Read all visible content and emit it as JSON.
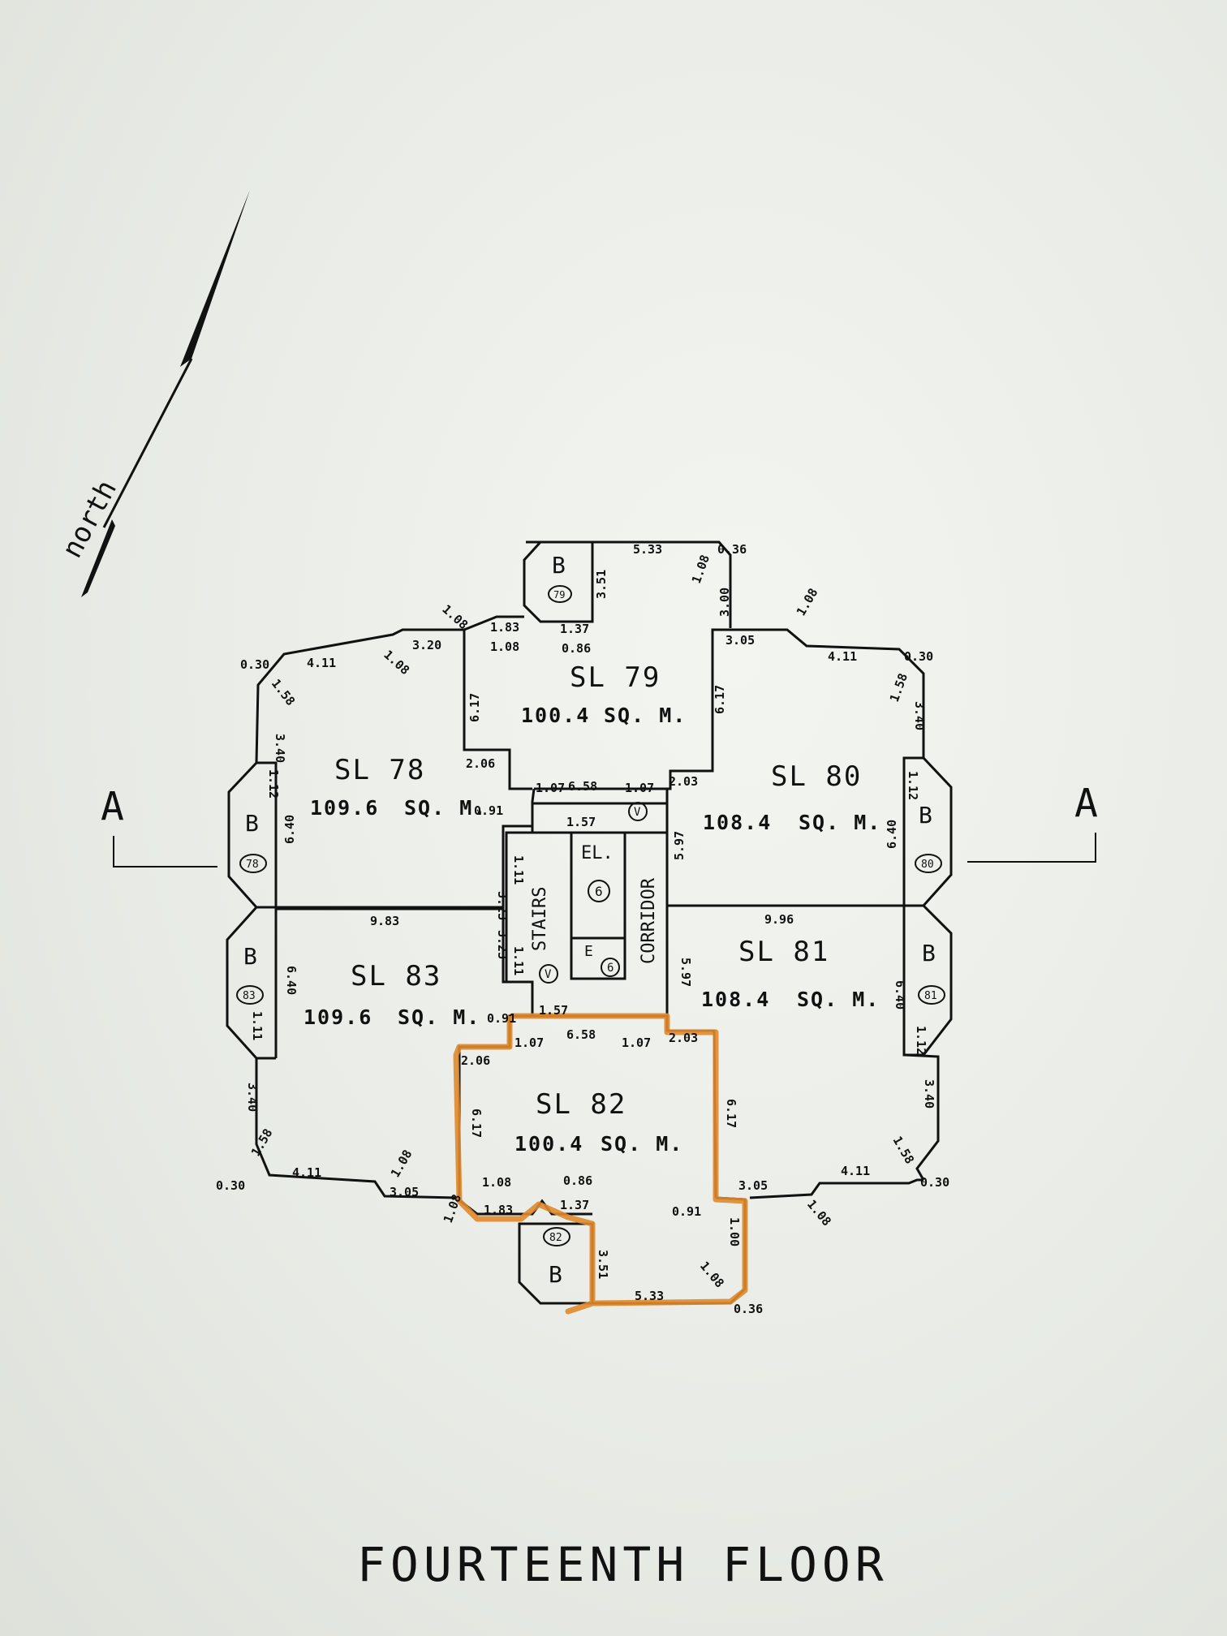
{
  "title": "FOURTEENTH FLOOR",
  "north_label": "north",
  "section_marker": "A",
  "sq_unit": "SQ. M.",
  "units": [
    {
      "id": "SL 78",
      "area": "109.6",
      "storage": "78"
    },
    {
      "id": "SL 79",
      "area": "100.4",
      "storage": "79"
    },
    {
      "id": "SL 80",
      "area": "108.4",
      "storage": "80"
    },
    {
      "id": "SL 81",
      "area": "108.4",
      "storage": "81"
    },
    {
      "id": "SL 82",
      "area": "100.4",
      "storage": "82"
    },
    {
      "id": "SL 83",
      "area": "109.6",
      "storage": "83"
    }
  ],
  "storage_letter": "B",
  "core": {
    "stairs": "STAIRS",
    "corridor": "CORRIDOR",
    "elevator": "EL.",
    "elevator_no": "6",
    "e_label": "E",
    "e_no": "6",
    "vent": "V"
  },
  "highlighted_unit": "SL 82",
  "highlight_color": "#e08a2e",
  "dimensions": {
    "d_533": "5.33",
    "d_036": "0.36",
    "d_351": "3.51",
    "d_300": "3.00",
    "d_108": "1.08",
    "d_183": "1.83",
    "d_137": "1.37",
    "d_086": "0.86",
    "d_320": "3.20",
    "d_411": "4.11",
    "d_030": "0.30",
    "d_158": "1.58",
    "d_340": "3.40",
    "d_112": "1.12",
    "d_617": "6.17",
    "d_206": "2.06",
    "d_107": "1.07",
    "d_658": "6.58",
    "d_203": "2.03",
    "d_305": "3.05",
    "d_640": "6.40",
    "d_597": "5.97",
    "d_091": "0.91",
    "d_157": "1.57",
    "d_323": "3.23",
    "d_111": "1.11",
    "d_983": "9.83",
    "d_996": "9.96",
    "d_100": "1.00"
  }
}
